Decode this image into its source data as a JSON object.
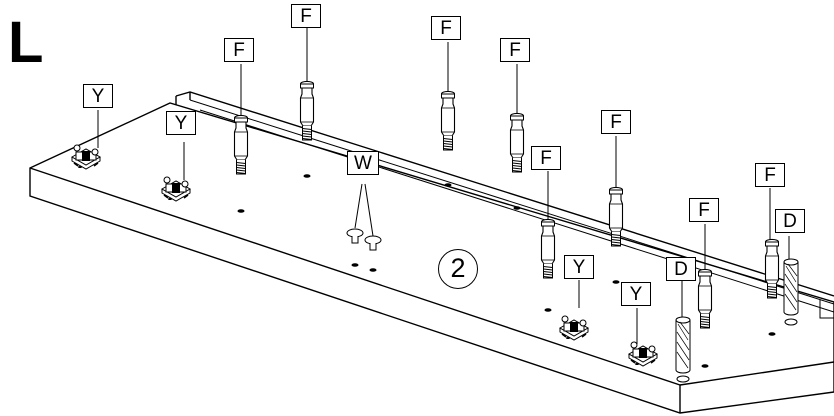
{
  "step_letter": "L",
  "panel_number": "2",
  "labels": {
    "F": "F",
    "Y": "Y",
    "W": "W",
    "D": "D"
  }
}
